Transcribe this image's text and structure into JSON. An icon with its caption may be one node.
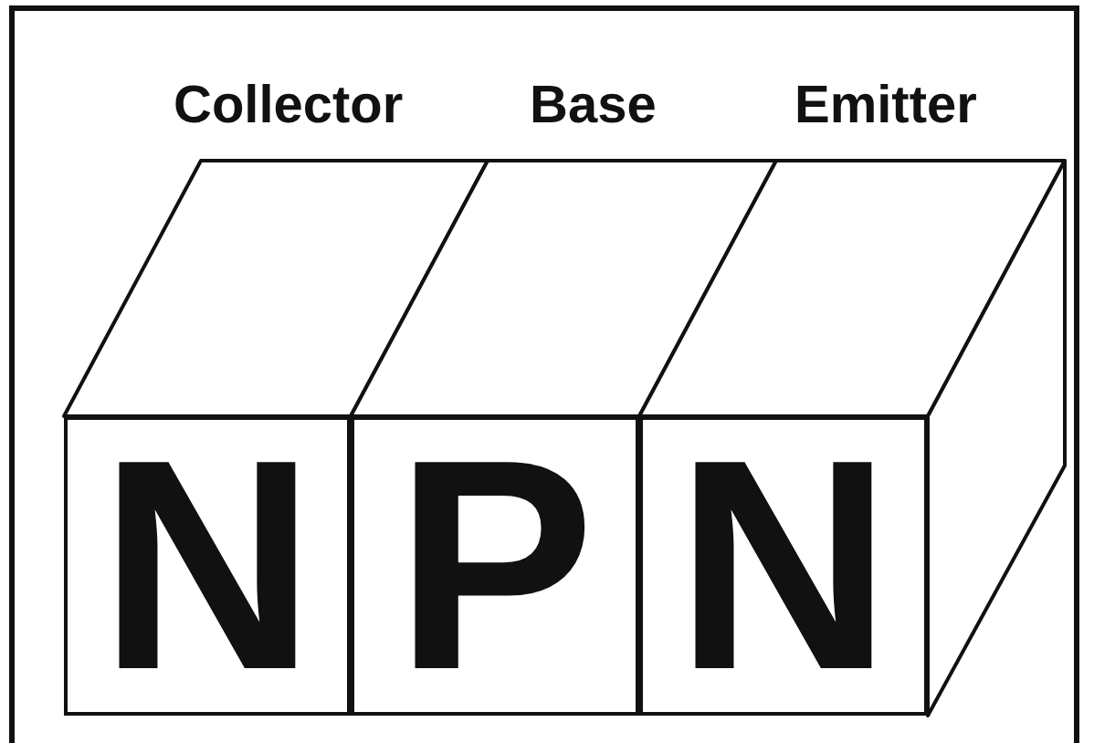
{
  "diagram": {
    "nodes": [
      {
        "text": [
          "N"
        ]
      },
      {
        "text": [
          "P"
        ]
      },
      {
        "text": [
          "N"
        ]
      }
    ],
    "labels": [
      "Collector",
      "Base",
      "Emitter"
    ]
  }
}
